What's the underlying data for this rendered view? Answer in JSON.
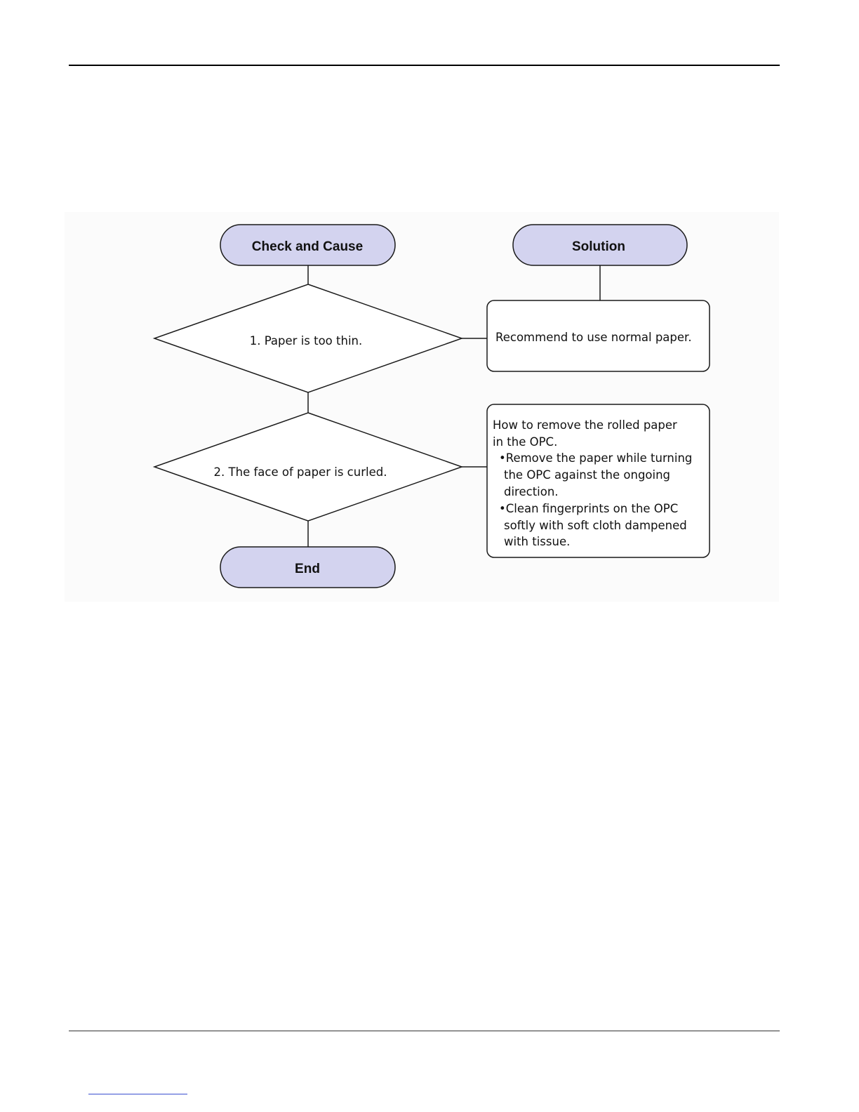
{
  "flowchart": {
    "header_left": "Check and Cause",
    "header_right": "Solution",
    "step1": "1. Paper is too thin.",
    "step2": "2. The face of paper is curled.",
    "end": "End",
    "solution1": "Recommend to use normal paper.",
    "solution2": {
      "line1": "How to remove the rolled paper",
      "line2": "in the OPC.",
      "line3": "•Remove the paper while turning",
      "line4": "the OPC against the ongoing",
      "line5": "direction.",
      "line6": "•Clean fingerprints on the OPC",
      "line7": "softly with soft cloth dampened",
      "line8": "with tissue."
    }
  },
  "colors": {
    "terminal_fill": "#d3d3ef",
    "stroke": "#1a1a1a"
  }
}
